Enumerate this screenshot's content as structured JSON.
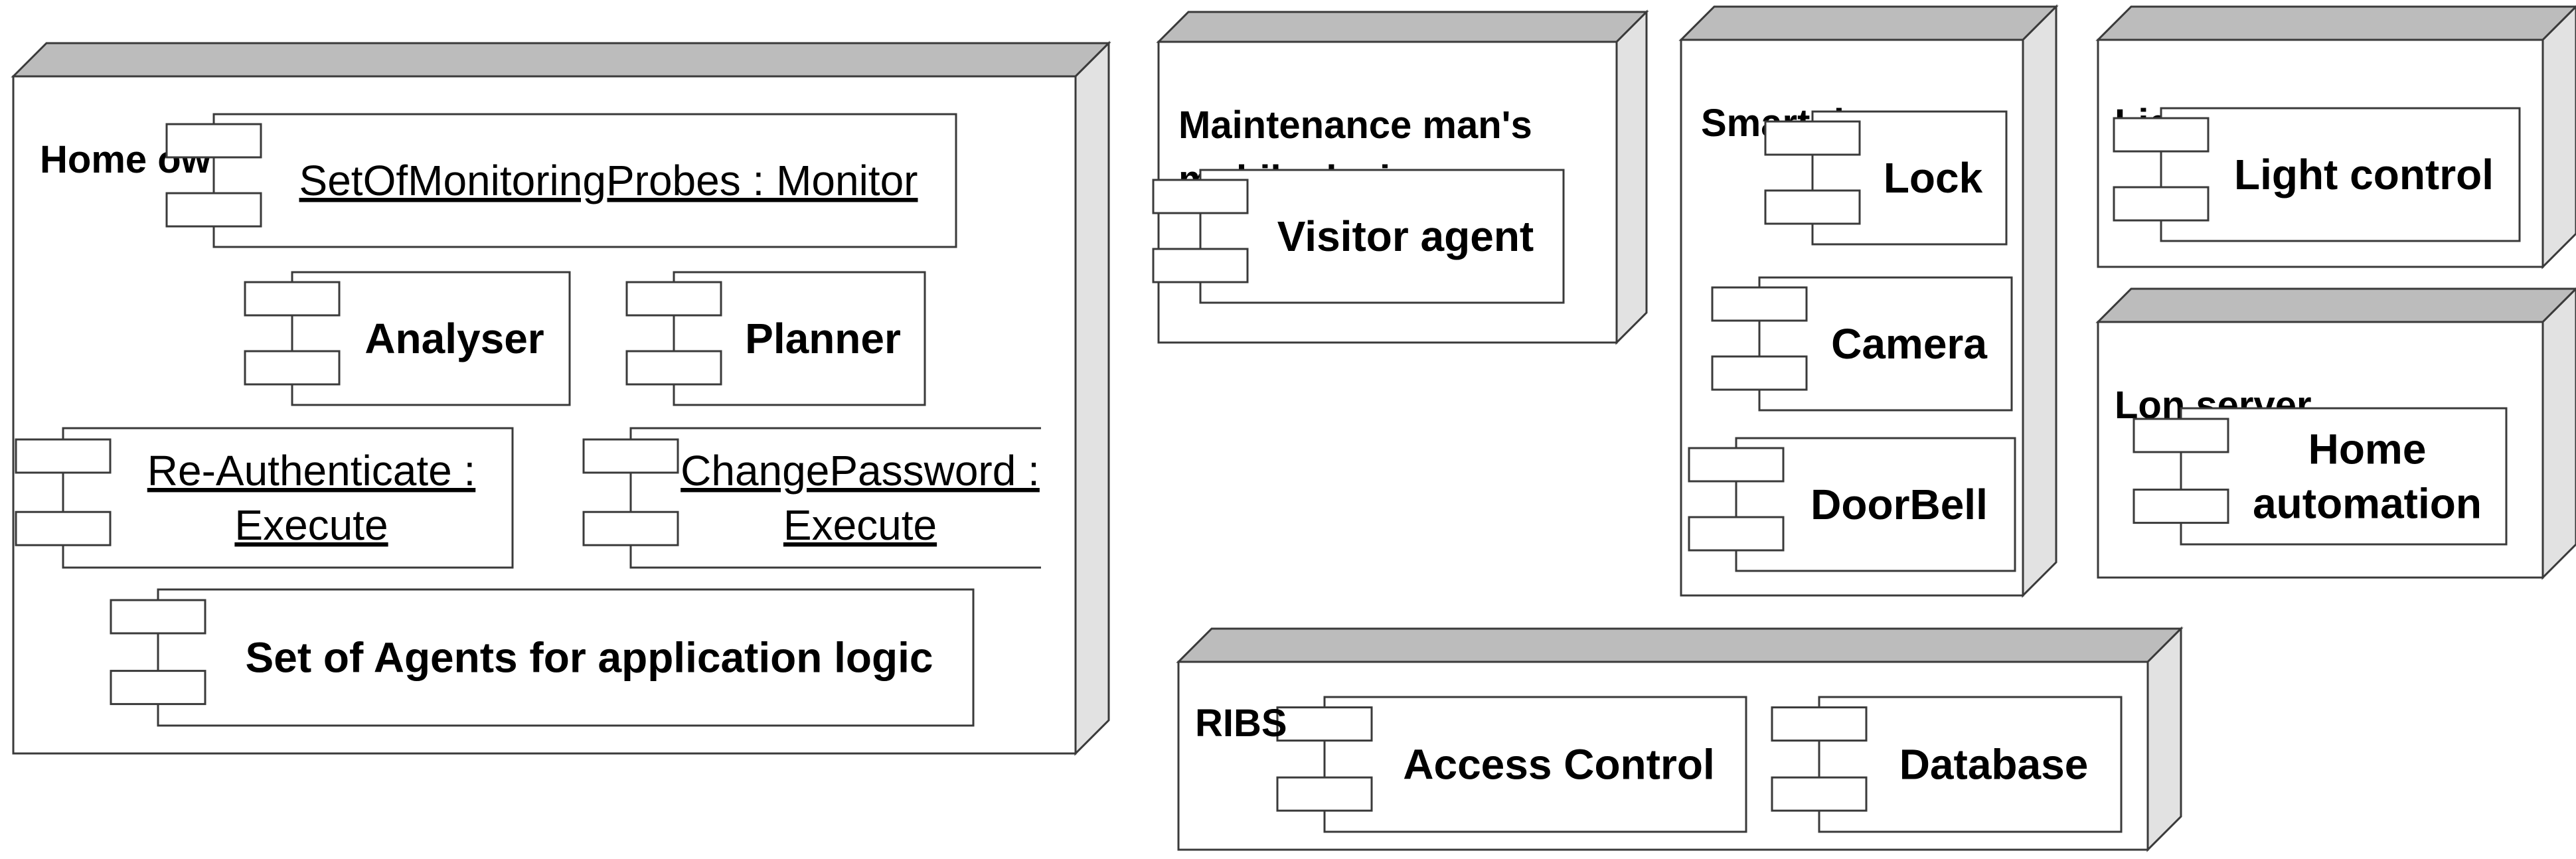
{
  "nodes": [
    {
      "id": "home",
      "title": [
        "Home owner's mobile device"
      ],
      "components": [
        {
          "id": "monitor",
          "lines": [
            "SetOfMonitoringProbes : Monitor"
          ],
          "style": "instance"
        },
        {
          "id": "analyser",
          "lines": [
            "Analyser"
          ],
          "style": "bold"
        },
        {
          "id": "planner",
          "lines": [
            "Planner"
          ],
          "style": "bold"
        },
        {
          "id": "reauth",
          "lines": [
            "Re-Authenticate :",
            "Execute"
          ],
          "style": "instance"
        },
        {
          "id": "changepw",
          "lines": [
            "ChangePassword :",
            " Execute"
          ],
          "style": "instance"
        },
        {
          "id": "agents",
          "lines": [
            "Set of Agents for application logic"
          ],
          "style": "bold"
        }
      ]
    },
    {
      "id": "maint",
      "title": [
        "Maintenance man's",
        "mobile device"
      ],
      "components": [
        {
          "id": "visitor",
          "lines": [
            "Visitor agent"
          ],
          "style": "bold"
        }
      ]
    },
    {
      "id": "door",
      "title": [
        "Smart door"
      ],
      "components": [
        {
          "id": "lock",
          "lines": [
            "Lock"
          ],
          "style": "bold"
        },
        {
          "id": "camera",
          "lines": [
            "Camera"
          ],
          "style": "bold"
        },
        {
          "id": "doorbell",
          "lines": [
            "DoorBell"
          ],
          "style": "bold"
        }
      ]
    },
    {
      "id": "lighting",
      "title": [
        "Lighting"
      ],
      "components": [
        {
          "id": "light",
          "lines": [
            "Light control"
          ],
          "style": "bold"
        }
      ]
    },
    {
      "id": "lon",
      "title": [
        "Lon server"
      ],
      "components": [
        {
          "id": "homeauto",
          "lines": [
            "Home",
            "automation"
          ],
          "style": "bold"
        }
      ]
    },
    {
      "id": "ribs",
      "title": [
        "RIBS"
      ],
      "components": [
        {
          "id": "access",
          "lines": [
            "Access Control"
          ],
          "style": "bold"
        },
        {
          "id": "database",
          "lines": [
            "Database"
          ],
          "style": "bold"
        }
      ]
    }
  ],
  "colors": {
    "node_top": "#bcbcbc",
    "node_side": "#e2e2e2",
    "node_face": "#ffffff",
    "stroke": "#3a3a3a"
  }
}
